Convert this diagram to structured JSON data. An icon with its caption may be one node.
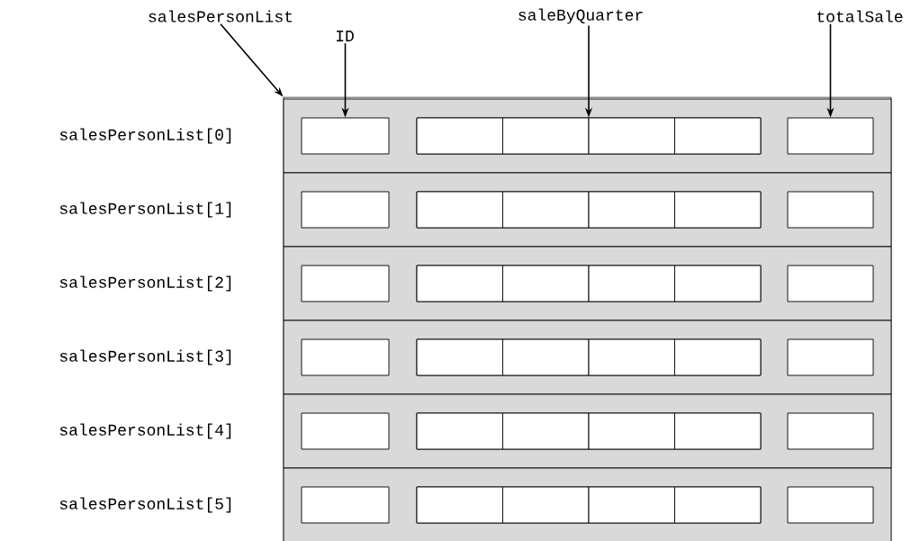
{
  "diagram": {
    "nodes": [
      {
        "text": [
          "salesPersonList"
        ]
      },
      {
        "text": [
          "ID"
        ]
      },
      {
        "text": [
          "saleByQuarter"
        ]
      },
      {
        "text": [
          "totalSale"
        ]
      },
      {
        "text": [],
        "shape": "box"
      },
      {
        "text": [],
        "shape": "box",
        "in": 4,
        "beside": [
          "salesPersonList[0]"
        ]
      },
      {
        "text": [],
        "shape": "box",
        "in": 5
      },
      {
        "text": [],
        "shape": "box",
        "in": 5
      },
      {
        "text": [],
        "shape": "box",
        "in": 7
      },
      {
        "text": [],
        "shape": "box",
        "in": 7
      },
      {
        "text": [],
        "shape": "box",
        "in": 7
      },
      {
        "text": [],
        "shape": "box",
        "in": 7
      },
      {
        "text": [],
        "shape": "box",
        "in": 5
      },
      {
        "text": [],
        "shape": "box",
        "in": 4,
        "beside": [
          "salesPersonList[1]"
        ]
      },
      {
        "text": [],
        "shape": "box",
        "in": 13
      },
      {
        "text": [],
        "shape": "box",
        "in": 13
      },
      {
        "text": [],
        "shape": "box",
        "in": 15
      },
      {
        "text": [],
        "shape": "box",
        "in": 15
      },
      {
        "text": [],
        "shape": "box",
        "in": 15
      },
      {
        "text": [],
        "shape": "box",
        "in": 15
      },
      {
        "text": [],
        "shape": "box",
        "in": 13
      },
      {
        "text": [],
        "shape": "box",
        "in": 4,
        "beside": [
          "salesPersonList[2]"
        ]
      },
      {
        "text": [],
        "shape": "box",
        "in": 21
      },
      {
        "text": [],
        "shape": "box",
        "in": 21
      },
      {
        "text": [],
        "shape": "box",
        "in": 23
      },
      {
        "text": [],
        "shape": "box",
        "in": 23
      },
      {
        "text": [],
        "shape": "box",
        "in": 23
      },
      {
        "text": [],
        "shape": "box",
        "in": 23
      },
      {
        "text": [],
        "shape": "box",
        "in": 21
      },
      {
        "text": [],
        "shape": "box",
        "in": 4,
        "beside": [
          "salesPersonList[3]"
        ]
      },
      {
        "text": [],
        "shape": "box",
        "in": 29
      },
      {
        "text": [],
        "shape": "box",
        "in": 29
      },
      {
        "text": [],
        "shape": "box",
        "in": 31
      },
      {
        "text": [],
        "shape": "box",
        "in": 31
      },
      {
        "text": [],
        "shape": "box",
        "in": 31
      },
      {
        "text": [],
        "shape": "box",
        "in": 31
      },
      {
        "text": [],
        "shape": "box",
        "in": 29
      },
      {
        "text": [],
        "shape": "box",
        "in": 4,
        "beside": [
          "salesPersonList[4]"
        ]
      },
      {
        "text": [],
        "shape": "box",
        "in": 37
      },
      {
        "text": [],
        "shape": "box",
        "in": 37
      },
      {
        "text": [],
        "shape": "box",
        "in": 39
      },
      {
        "text": [],
        "shape": "box",
        "in": 39
      },
      {
        "text": [],
        "shape": "box",
        "in": 39
      },
      {
        "text": [],
        "shape": "box",
        "in": 39
      },
      {
        "text": [],
        "shape": "box",
        "in": 37
      },
      {
        "text": [],
        "shape": "box",
        "in": 4,
        "beside": [
          "salesPersonList[5]"
        ]
      },
      {
        "text": [],
        "shape": "box",
        "in": 45
      },
      {
        "text": [],
        "shape": "box",
        "in": 45
      },
      {
        "text": [],
        "shape": "box",
        "in": 47
      },
      {
        "text": [],
        "shape": "box",
        "in": 47
      },
      {
        "text": [],
        "shape": "box",
        "in": 47
      },
      {
        "text": [],
        "shape": "box",
        "in": 47
      },
      {
        "text": [],
        "shape": "box",
        "in": 45
      }
    ],
    "edges": [
      {
        "from": 0,
        "to": 4,
        "arrow": "to"
      },
      {
        "from": 1,
        "to": 6,
        "arrow": "to"
      },
      {
        "from": 2,
        "to": 7,
        "arrow": "to"
      },
      {
        "from": 3,
        "to": 12,
        "arrow": "to"
      }
    ]
  }
}
